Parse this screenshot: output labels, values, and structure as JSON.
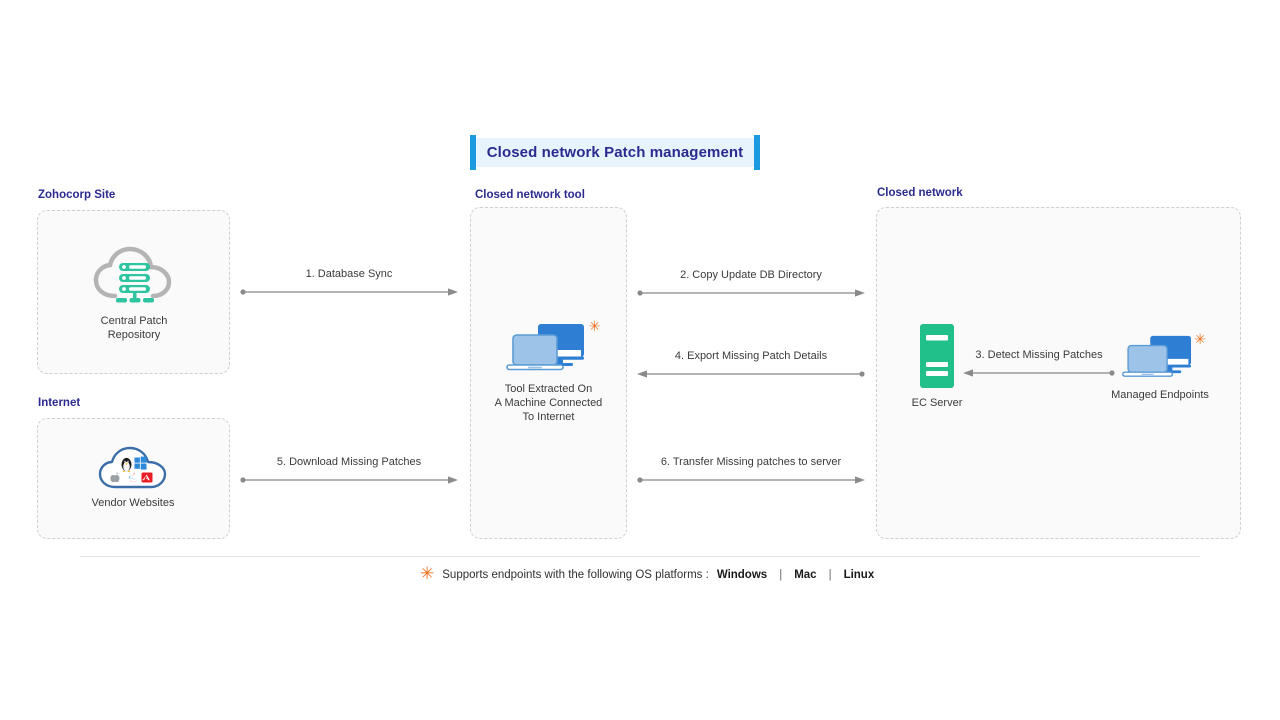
{
  "title": {
    "text": "Closed network Patch management",
    "accent_color": "#1b9ae0",
    "background_color": "#e8f4fd",
    "text_color": "#2b2b8f"
  },
  "zones": [
    {
      "id": "zohocorp",
      "label": "Zohocorp Site"
    },
    {
      "id": "internet",
      "label": "Internet"
    },
    {
      "id": "closed-tool",
      "label": "Closed network tool"
    },
    {
      "id": "closed-network",
      "label": "Closed network"
    }
  ],
  "nodes": [
    {
      "id": "central-patch-repository",
      "caption": "Central Patch\nRepository",
      "icon": "cloud-server-icon",
      "accent_color": "#2ec4a0",
      "has_asterisk": false
    },
    {
      "id": "vendor-websites",
      "caption": "Vendor Websites",
      "icon": "cloud-vendors-icon",
      "accent_color": "#3b6ea8",
      "has_asterisk": false
    },
    {
      "id": "tool-machine",
      "caption": "Tool Extracted On\nA Machine Connected\nTo Internet",
      "icon": "monitor-laptop-icon",
      "accent_color": "#2e7fd4",
      "has_asterisk": true
    },
    {
      "id": "ec-server",
      "caption": "EC Server",
      "icon": "server-tower-icon",
      "accent_color": "#21c08b",
      "has_asterisk": false
    },
    {
      "id": "managed-endpoints",
      "caption": "Managed Endpoints",
      "icon": "monitor-laptop-icon",
      "accent_color": "#2e7fd4",
      "has_asterisk": true
    }
  ],
  "arrows": [
    {
      "id": "arrow-1",
      "label": "1. Database Sync",
      "direction": "right"
    },
    {
      "id": "arrow-2",
      "label": "2. Copy Update DB Directory",
      "direction": "right"
    },
    {
      "id": "arrow-3",
      "label": "3. Detect Missing Patches",
      "direction": "left"
    },
    {
      "id": "arrow-4",
      "label": "4. Export Missing Patch Details",
      "direction": "left"
    },
    {
      "id": "arrow-5",
      "label": "5. Download Missing Patches",
      "direction": "right"
    },
    {
      "id": "arrow-6",
      "label": "6. Transfer Missing patches to server",
      "direction": "right"
    }
  ],
  "footer": {
    "asterisk": "✳",
    "text": "Supports endpoints with the following OS platforms :",
    "platforms": [
      "Windows",
      "Mac",
      "Linux"
    ],
    "separator": "|",
    "asterisk_color": "#f3701f"
  }
}
